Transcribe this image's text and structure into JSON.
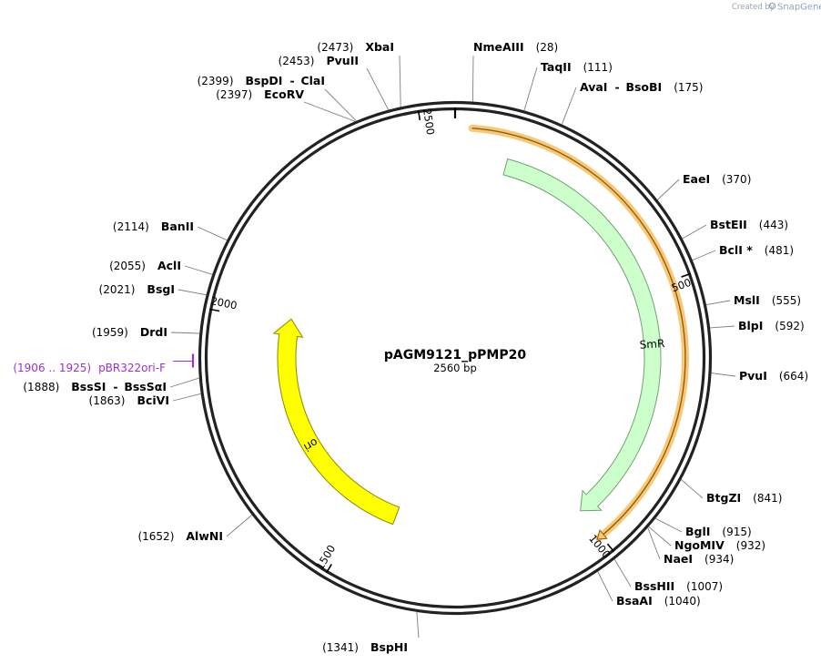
{
  "credit": {
    "prefix": "Created by",
    "brand": "SnapGene"
  },
  "plasmid": {
    "name": "pAGM9121_pPMP20",
    "length_label": "2560 bp",
    "length": 2560
  },
  "ticks": [
    {
      "pos": 500,
      "label": "500"
    },
    {
      "pos": 1000,
      "label": "1000"
    },
    {
      "pos": 1500,
      "label": "1500"
    },
    {
      "pos": 2000,
      "label": "2000"
    },
    {
      "pos": 2500,
      "label": "2500"
    }
  ],
  "features": [
    {
      "id": "smr-cds",
      "name": "SmR",
      "start": 105,
      "end": 1000,
      "direction": "forward",
      "color": "#ccffcc",
      "stroke": "#6fa36f"
    },
    {
      "id": "ori",
      "name": "ori",
      "start": 1426,
      "end": 2015,
      "direction": "reverse",
      "color": "#ffff00",
      "stroke": "#8a8a00"
    }
  ],
  "highlight": {
    "start": 30,
    "end": 1005,
    "color": "#f5c97a",
    "core": "#9a5a00"
  },
  "primer": {
    "range": "(1906 .. 1925)",
    "name": "pBR322ori-F",
    "pos": 1915,
    "color": "#9b30d0"
  },
  "sites": [
    {
      "pos": 28,
      "name": "NmeAIII",
      "position": "(28)",
      "side": "right"
    },
    {
      "pos": 111,
      "name": "TaqII",
      "position": "(111)",
      "side": "right"
    },
    {
      "pos": 175,
      "name": "AvaI",
      "name2": "BsoBI",
      "position": "(175)",
      "side": "right"
    },
    {
      "pos": 370,
      "name": "EaeI",
      "position": "(370)",
      "side": "right"
    },
    {
      "pos": 443,
      "name": "BstEII",
      "position": "(443)",
      "side": "right"
    },
    {
      "pos": 481,
      "name": "BclI *",
      "position": "(481)",
      "side": "right"
    },
    {
      "pos": 555,
      "name": "MslI",
      "position": "(555)",
      "side": "right"
    },
    {
      "pos": 592,
      "name": "BlpI",
      "position": "(592)",
      "side": "right"
    },
    {
      "pos": 664,
      "name": "PvuI",
      "position": "(664)",
      "side": "right"
    },
    {
      "pos": 841,
      "name": "BtgZI",
      "position": "(841)",
      "side": "right"
    },
    {
      "pos": 915,
      "name": "BglI",
      "position": "(915)",
      "side": "right"
    },
    {
      "pos": 932,
      "name": "NgoMIV",
      "position": "(932)",
      "side": "right"
    },
    {
      "pos": 934,
      "name": "NaeI",
      "position": "(934)",
      "side": "right"
    },
    {
      "pos": 1007,
      "name": "BssHII",
      "position": "(1007)",
      "side": "right"
    },
    {
      "pos": 1040,
      "name": "BsaAI",
      "position": "(1040)",
      "side": "right"
    },
    {
      "pos": 1341,
      "name": "BspHI",
      "position": "(1341)",
      "side": "left"
    },
    {
      "pos": 1652,
      "name": "AlwNI",
      "position": "(1652)",
      "side": "left"
    },
    {
      "pos": 1863,
      "name": "BciVI",
      "position": "(1863)",
      "side": "left"
    },
    {
      "pos": 1888,
      "name": "BssSI",
      "name2": "BssSαI",
      "position": "(1888)",
      "side": "left"
    },
    {
      "pos": 1959,
      "name": "DrdI",
      "position": "(1959)",
      "side": "left"
    },
    {
      "pos": 2021,
      "name": "BsgI",
      "position": "(2021)",
      "side": "left"
    },
    {
      "pos": 2055,
      "name": "AclI",
      "position": "(2055)",
      "side": "left"
    },
    {
      "pos": 2114,
      "name": "BanII",
      "position": "(2114)",
      "side": "left"
    },
    {
      "pos": 2397,
      "name": "EcoRV",
      "position": "(2397)",
      "side": "left"
    },
    {
      "pos": 2399,
      "name": "BspDI",
      "name2": "ClaI",
      "position": "(2399)",
      "side": "left"
    },
    {
      "pos": 2453,
      "name": "PvuII",
      "position": "(2453)",
      "side": "left"
    },
    {
      "pos": 2473,
      "name": "XbaI",
      "position": "(2473)",
      "side": "left"
    }
  ]
}
